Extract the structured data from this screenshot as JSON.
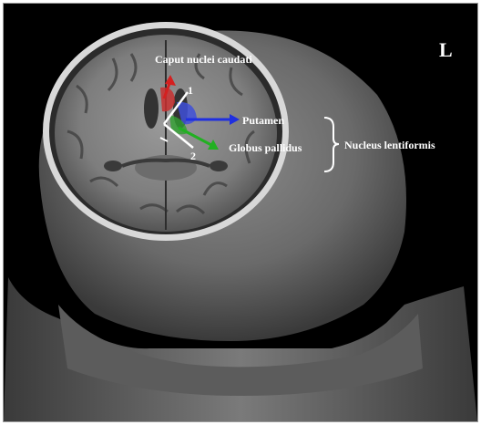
{
  "labels": {
    "caput": "Caput nuclei caudati",
    "putamen": "Putamen",
    "globus": "Globus pallidus",
    "nucleus": "Nucleus lentiformis",
    "orientation": "L"
  },
  "markers": {
    "one": "1",
    "two": "2"
  },
  "colors": {
    "background": "#000000",
    "caput_arrow": "#d42020",
    "putamen_arrow": "#1f2fe0",
    "globus_arrow": "#22b022",
    "lines": "#ffffff"
  }
}
